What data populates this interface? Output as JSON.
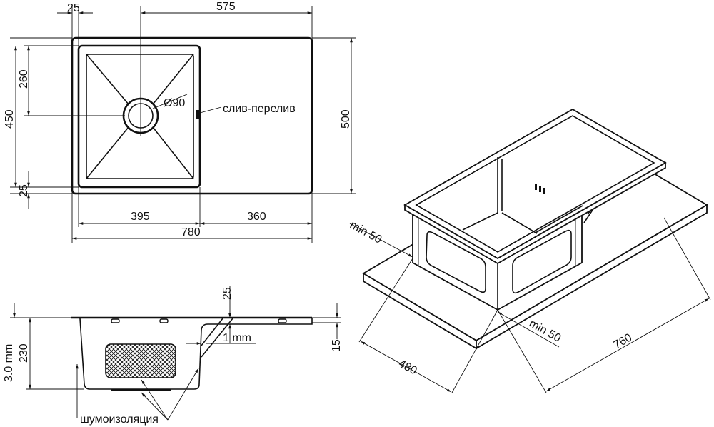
{
  "top_view": {
    "dim_edge_top": "25",
    "dim_drain_to_right": "575",
    "dim_drain_from_top": "260",
    "dim_bowl_height": "450",
    "dim_edge_bottom": "25",
    "dim_total_depth": "500",
    "dim_bowl_width": "395",
    "dim_drainer_width": "360",
    "dim_total_width": "780",
    "drain_diameter": "Ø90",
    "overflow_label": "слив-перелив"
  },
  "side_view": {
    "dim_rim_offset": "25",
    "dim_support": "1 mm",
    "dim_drainer_height": "15",
    "dim_thickness": "3.0 mm",
    "dim_bowl_depth": "230",
    "insulation_label": "шумоизоляция"
  },
  "iso_view": {
    "min_margin_back": "min 50",
    "min_margin_front": "min 50",
    "dim_cutout_depth": "480",
    "dim_cutout_width": "760"
  }
}
